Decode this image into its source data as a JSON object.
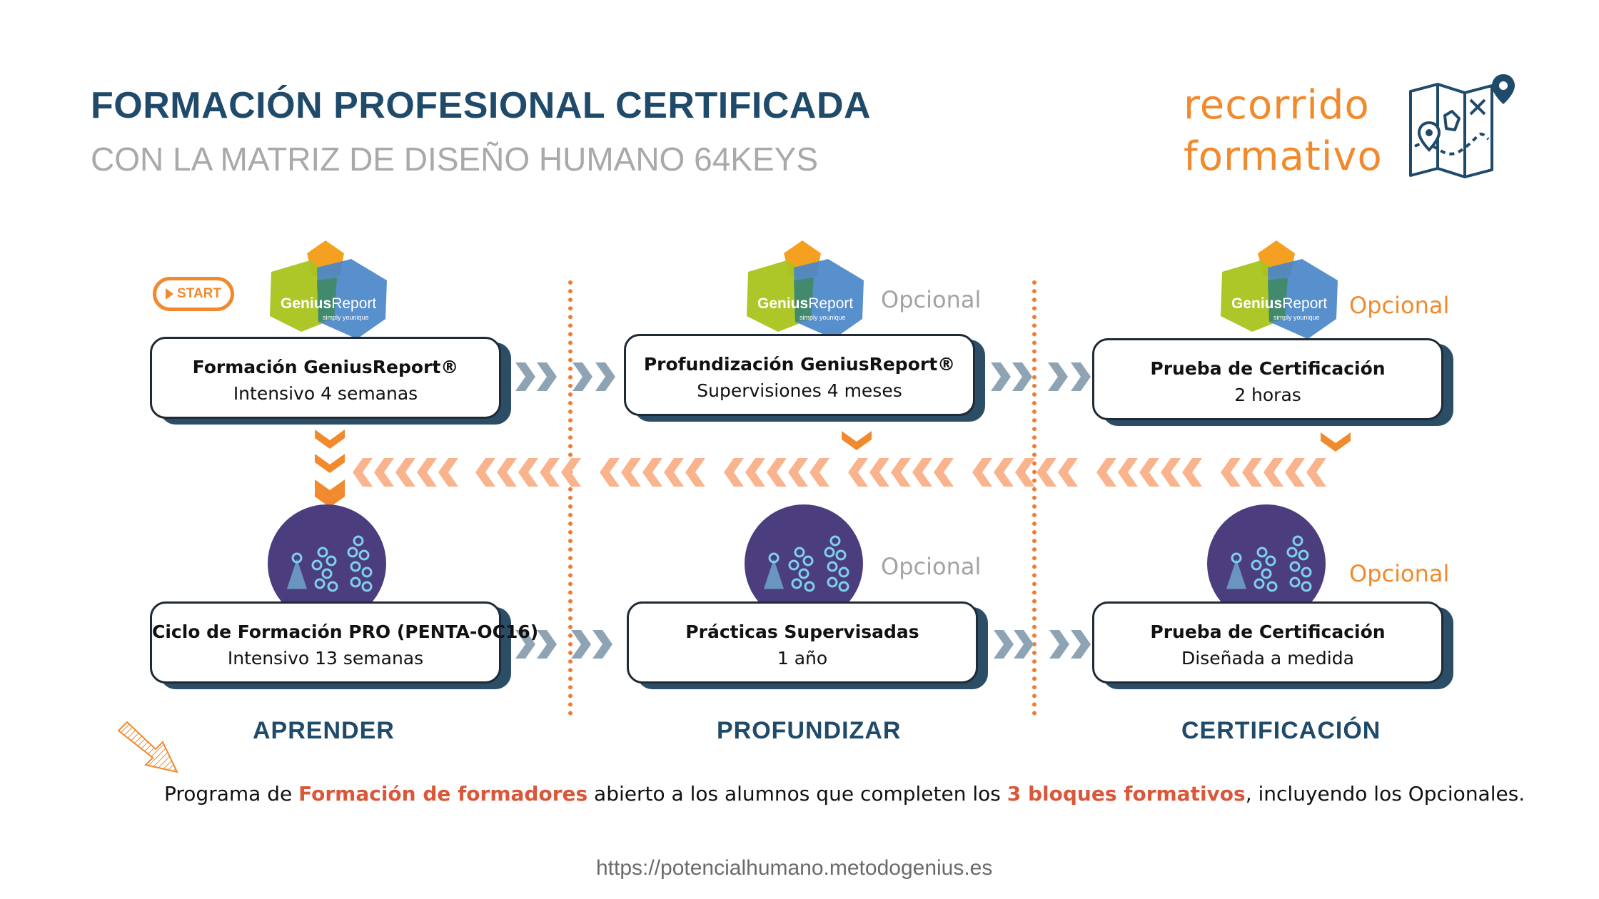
{
  "header": {
    "title": "FORMACIÓN PROFESIONAL CERTIFICADA",
    "subtitle": "CON LA MATRIZ DE DISEÑO HUMANO 64KEYS",
    "brand_line1": "recorrido",
    "brand_line2": "formativo",
    "brand_icon": "map-pin-icon"
  },
  "start_badge": "START",
  "logo": {
    "genius": "Genius",
    "report": "Report",
    "tagline": "simply younique"
  },
  "optional_label": "Opcional",
  "rows": {
    "top": [
      {
        "title": "Formación GeniusReport®",
        "detail": "Intensivo 4 semanas",
        "optional": false
      },
      {
        "title": "Profundización GeniusReport®",
        "detail": "Supervisiones 4 meses",
        "optional": true
      },
      {
        "title": "Prueba de Certificación",
        "detail": "2 horas",
        "optional": true
      }
    ],
    "bottom": [
      {
        "title": "Ciclo de Formación PRO (PENTA-OC16)",
        "detail": "Intensivo 13 semanas",
        "optional": false
      },
      {
        "title": "Prácticas Supervisadas",
        "detail": "1 año",
        "optional": true
      },
      {
        "title": "Prueba de Certificación",
        "detail": "Diseñada a medida",
        "optional": true
      }
    ]
  },
  "columns": [
    "APRENDER",
    "PROFUNDIZAR",
    "CERTIFICACIÓN"
  ],
  "note": {
    "part1": "Programa de ",
    "highlight1": "Formación de formadores",
    "part2": " abierto a los alumnos que completen los ",
    "highlight2": "3 bloques formativos",
    "part3": ", incluyendo los Opcionales."
  },
  "footer_url": "https://potencialhumano.metodogenius.es",
  "colors": {
    "navy": "#1f4a6a",
    "orange": "#f18a2c",
    "dotted_line": "#f47a30",
    "grey_arrow": "#8ea4b4",
    "peach_arrow": "#f9b48e",
    "highlight": "#d9573a"
  }
}
